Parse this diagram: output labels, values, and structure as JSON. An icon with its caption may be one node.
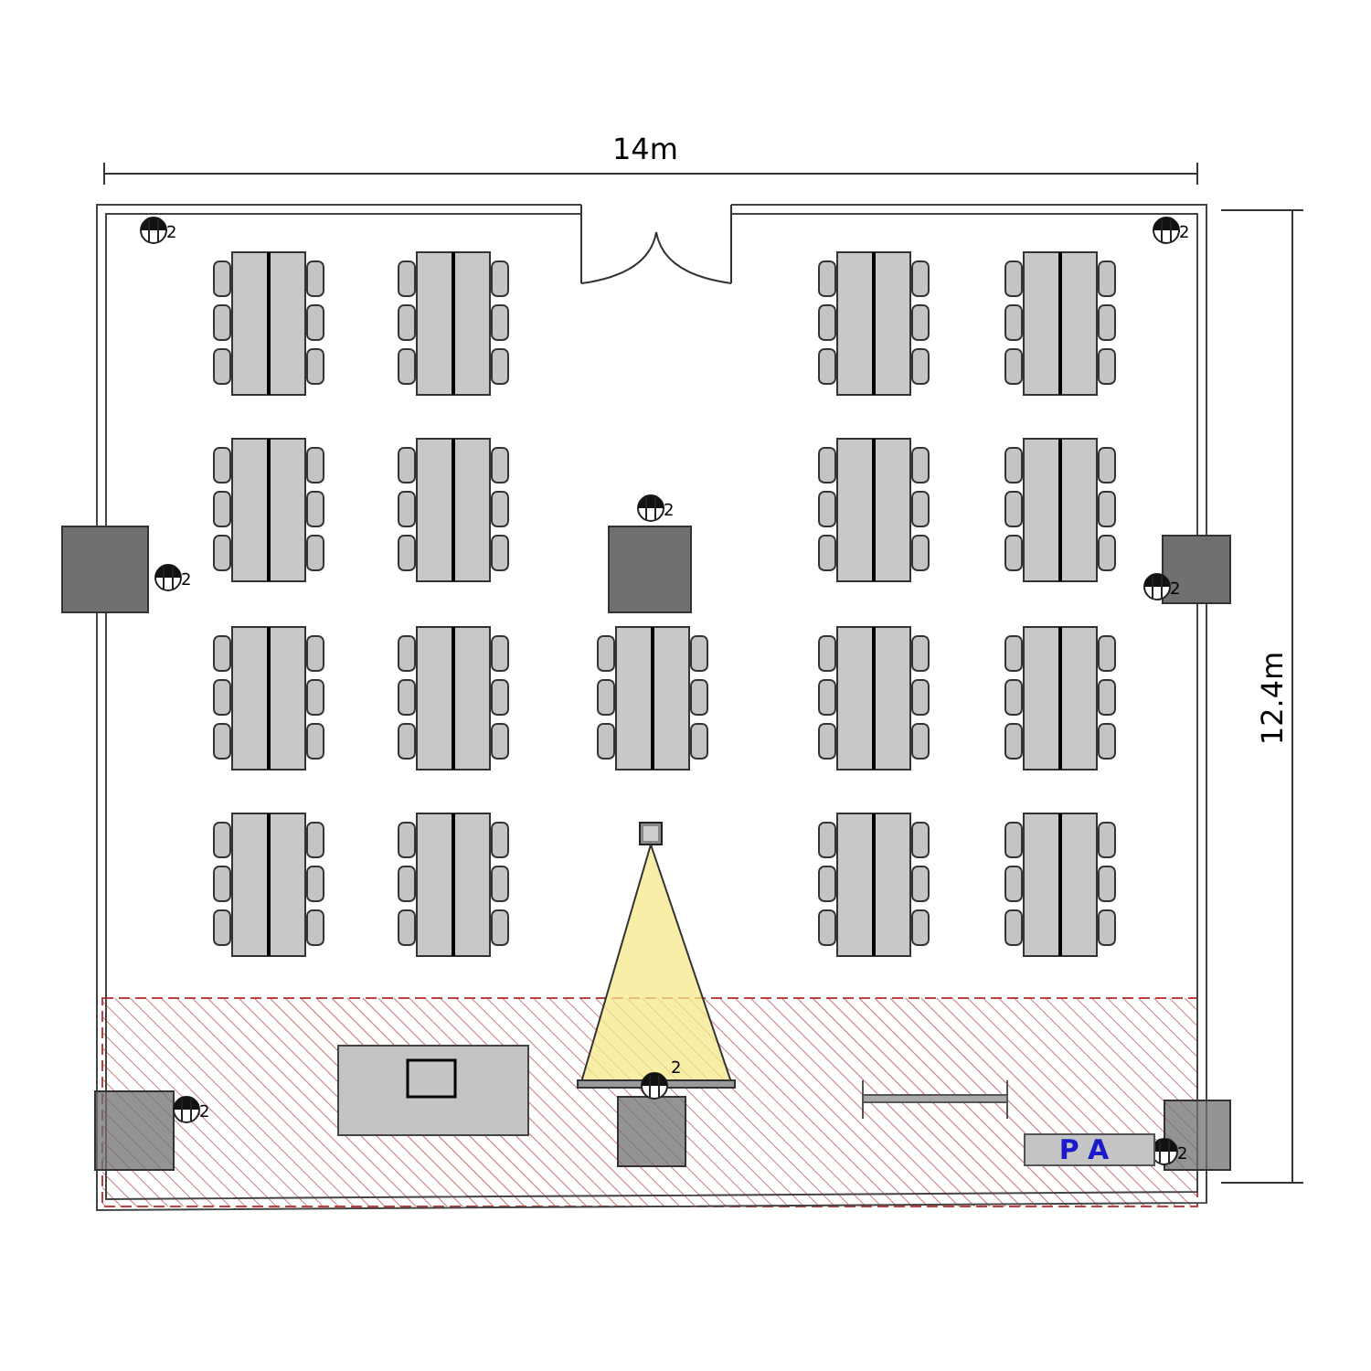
{
  "diagram": {
    "nodes": [
      {
        "text": [
          "PA"
        ]
      }
    ],
    "labels": [
      "14m",
      "2",
      "2",
      "2",
      "2",
      "2",
      "12.4m",
      "2",
      "2",
      "2"
    ]
  }
}
